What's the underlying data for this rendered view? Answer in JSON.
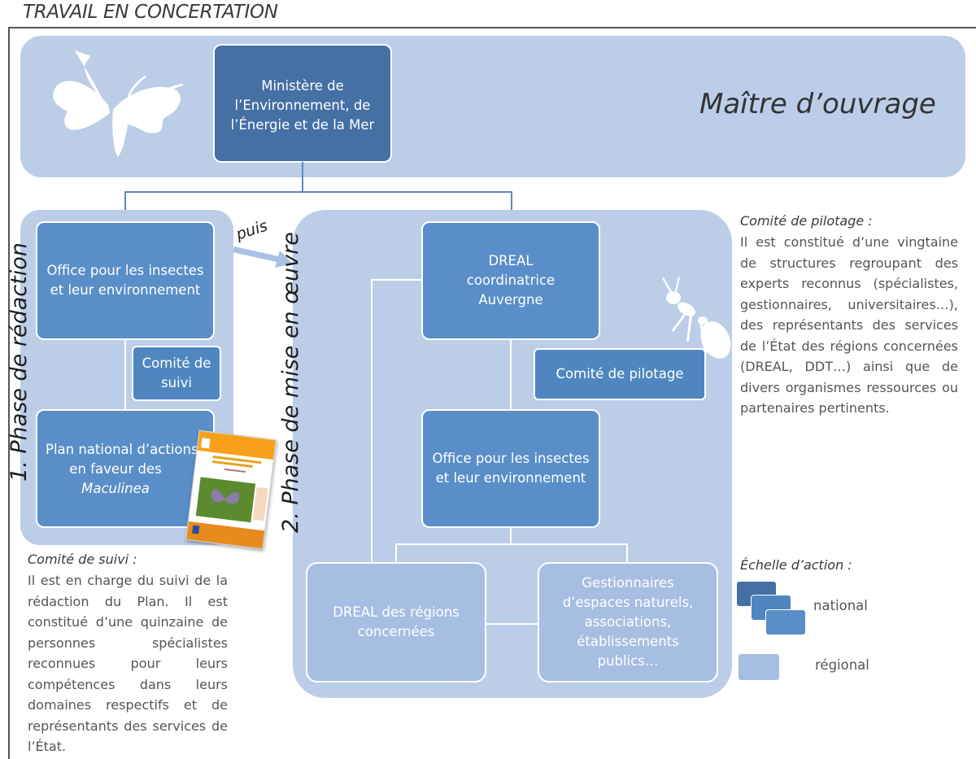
{
  "title": "TRAVAIL EN CONCERTATION",
  "maitre_ouvrage": "Maître d’ouvrage",
  "ministere": {
    "line1": "Ministère de",
    "line2": "l’Environnement, de",
    "line3": "l’Énergie et de la Mer"
  },
  "phase1": {
    "label": "1. Phase de rédaction",
    "office": "Office pour les insectes et leur environnement",
    "comite_suivi": "Comité de suivi",
    "plan_line1": "Plan national d’actions",
    "plan_line2": "en faveur des",
    "plan_line3": "Maculinea"
  },
  "puis": "puis",
  "phase2": {
    "label": "2. Phase de mise en œuvre",
    "dreal_coord": "DREAL coordinatrice Auvergne",
    "comite_pilotage": "Comité de pilotage",
    "office": "Office pour les insectes et leur environnement",
    "dreal_regions": "DREAL des régions concernées",
    "gestionnaires": "Gestionnaires d’espaces naturels, associations, établissements publics…"
  },
  "comite_pilotage_note": {
    "title": "Comité de pilotage :",
    "text": "Il est constitué d’une vingtaine de structures regroupant des experts reconnus (spécialistes, gestionnaires, universitaires…), des représentants des services de l’État des régions concernées (DREAL, DDT…) ainsi que de divers organismes ressources ou partenaires pertinents."
  },
  "comite_suivi_note": {
    "title": "Comité de suivi :",
    "text": "Il est en charge du suivi de la rédaction du Plan. Il est constitué d’une quinzaine de personnes spécialistes reconnues pour leurs compétences dans leurs domaines respectifs et de représentants des services de l’État."
  },
  "legend": {
    "title": "Échelle d’action :",
    "national": "national",
    "regional": "régional"
  },
  "colors": {
    "band": "#bccde8",
    "dark_box": "#4470a4",
    "mid_box": "#5a8ec8",
    "light_box": "#a6bee1"
  },
  "icons": [
    "butterfly-icon",
    "ant-icon",
    "brochure-cover-image"
  ]
}
